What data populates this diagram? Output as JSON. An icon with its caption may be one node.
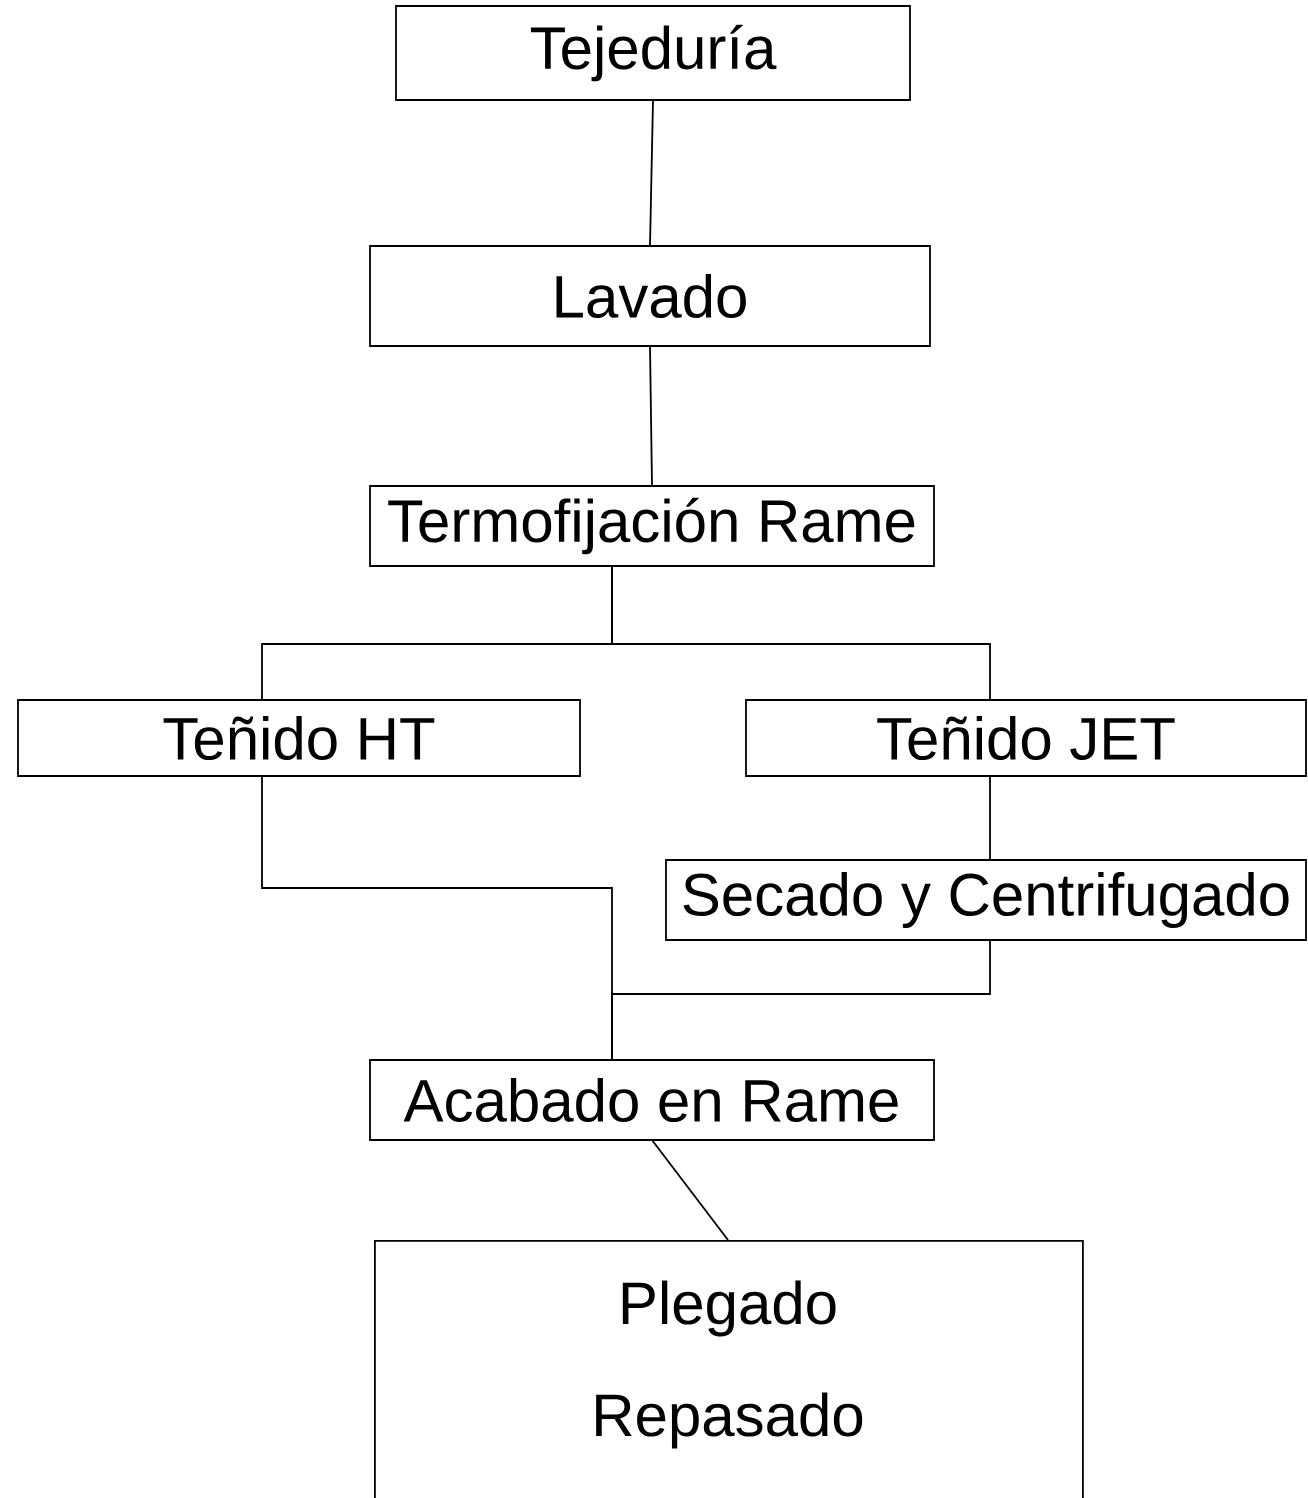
{
  "diagram": {
    "nodes": [
      {
        "text": [
          "Tejeduría"
        ]
      },
      {
        "text": [
          "Lavado"
        ]
      },
      {
        "text": [
          "Termofijación Rame"
        ]
      },
      {
        "text": [
          "Teñido HT"
        ]
      },
      {
        "text": [
          "Teñido JET"
        ]
      },
      {
        "text": [
          "Secado y Centrifugado"
        ]
      },
      {
        "text": [
          "Acabado en Rame"
        ]
      },
      {
        "text": [
          "Plegado",
          "Repasado"
        ]
      }
    ],
    "edges": [
      {
        "from": 0,
        "to": 1,
        "arrow": "none"
      },
      {
        "from": 1,
        "to": 2,
        "arrow": "none"
      },
      {
        "from": 2,
        "to": 3,
        "arrow": "none"
      },
      {
        "from": 2,
        "to": 4,
        "arrow": "none"
      },
      {
        "from": 4,
        "to": 5,
        "arrow": "none"
      },
      {
        "from": 3,
        "to": 6,
        "arrow": "none"
      },
      {
        "from": 5,
        "to": 6,
        "arrow": "none"
      },
      {
        "from": 6,
        "to": 7,
        "arrow": "none"
      }
    ]
  }
}
